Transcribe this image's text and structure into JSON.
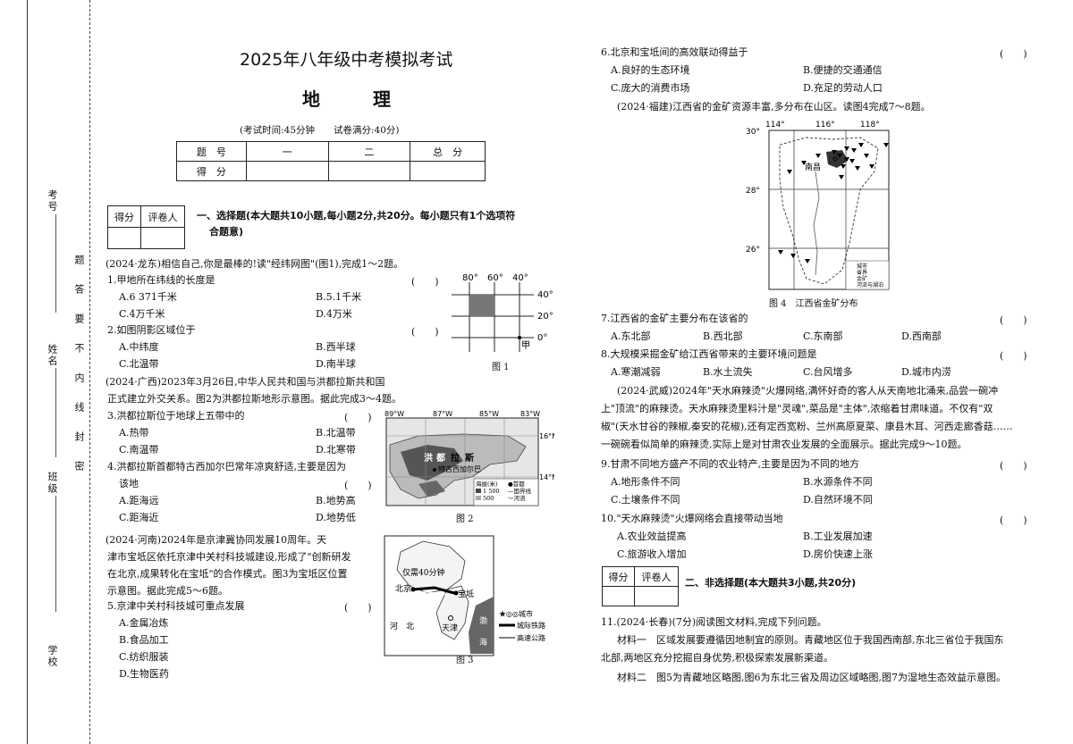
{
  "header": {
    "exam_title": "2025年八年级中考模拟考试",
    "subject": "地 理",
    "exam_info": "(考试时间:45分钟　　试卷满分:40分)"
  },
  "score_table": {
    "row1": [
      "题　号",
      "一",
      "二",
      "总　分"
    ],
    "row2": [
      "得　分"
    ]
  },
  "binding_margin": {
    "exam_no": "考号",
    "name": "姓名",
    "class": "班级",
    "school": "学校",
    "warning": "题答要不内线封密"
  },
  "section1": {
    "grader": [
      "得分",
      "评卷人"
    ],
    "heading": "一、选择题(本大题共10小题,每小题2分,共20分。每小题只有1个选项符",
    "heading2": "合题意)"
  },
  "intro_1_2": "(2024·龙东)相信自己,你是最棒的!读\"经纬网图\"(图1),完成1～2题。",
  "q1": {
    "stem": "1.甲地所在纬线的长度是",
    "paren": "(　　)",
    "A": "A.6 371千米",
    "B": "B.5.1千米",
    "C": "C.4万千米",
    "D": "D.4万米"
  },
  "q2": {
    "stem": "2.如图阴影区域位于",
    "paren": "(　　)",
    "A": "A.中纬度",
    "B": "B.西半球",
    "C": "C.北温带",
    "D": "D.南半球"
  },
  "fig1": {
    "lon": [
      "80°",
      "60°",
      "40°"
    ],
    "lat": [
      "40°",
      "20°",
      "0°"
    ],
    "point": "甲",
    "caption": "图 1"
  },
  "intro_3_4": [
    "(2024·广西)2023年3月26日,中华人民共和国与洪都拉斯共和国",
    "正式建立外交关系。图2为洪都拉斯地形示意图。据此完成3～4题。"
  ],
  "q3": {
    "stem": "3.洪都拉斯位于地球上五带中的",
    "paren": "(　　)",
    "A": "A.热带",
    "B": "B.北温带",
    "C": "C.南温带",
    "D": "D.北寒带"
  },
  "q4": {
    "stem": [
      "4.洪都拉斯首都特古西加尔巴常年凉爽舒适,主要是因为",
      "该地"
    ],
    "paren": "(　　)",
    "A": "A.距海远",
    "B": "B.地势高",
    "C": "C.距海近",
    "D": "D.地势低"
  },
  "fig2": {
    "lon": [
      "89°W",
      "87°W",
      "85°W",
      "83°W"
    ],
    "lat": [
      "16°N",
      "14°N"
    ],
    "labels": [
      "洪",
      "都",
      "拉",
      "斯",
      "特古西加尔巴"
    ],
    "legend": [
      "海拔(米)",
      "1 500",
      "500",
      "●首都",
      "—国界线",
      "〜河流"
    ],
    "caption": "图 2"
  },
  "intro_5_6": [
    "(2024·河南)2024年是京津冀协同发展10周年。天",
    "津市宝坻区依托京津中关村科技城建设,形成了\"创新研发",
    "在北京,成果转化在宝坻\"的合作模式。图3为宝坻区位置",
    "示意图。据此完成5～6题。"
  ],
  "q5": {
    "stem": "5.京津中关村科技城可重点发展",
    "paren": "(　　)",
    "A": "A.金属冶炼",
    "B": "B.食品加工",
    "C": "C.纺织服装",
    "D": "D.生物医药"
  },
  "fig3": {
    "labels": [
      "仅需40分钟",
      "北京",
      "宝坻",
      "河　北",
      "天津",
      "渤",
      "海"
    ],
    "legend": [
      "★◎◎城市",
      "城际铁路",
      "高速公路"
    ],
    "caption": "图 3"
  },
  "q6": {
    "stem": "6.北京和宝坻间的高效联动得益于",
    "paren": "(　　)",
    "A": "A.良好的生态环境",
    "B": "B.便捷的交通通信",
    "C": "C.庞大的消费市场",
    "D": "D.充足的劳动人口"
  },
  "intro_7_8": "(2024·福建)江西省的金矿资源丰富,多分布在山区。读图4完成7～8题。",
  "fig4": {
    "lon": [
      "114°",
      "116°",
      "118°"
    ],
    "lat": [
      "30°",
      "28°",
      "26°"
    ],
    "city": "南昌",
    "legend": [
      "城市",
      "省界",
      "金矿",
      "河流与湖泊"
    ],
    "caption": "图 4　江西省金矿分布"
  },
  "q7": {
    "stem": "7.江西省的金矿主要分布在该省的",
    "paren": "(　　)",
    "A": "A.东北部",
    "B": "B.西北部",
    "C": "C.东南部",
    "D": "D.西南部"
  },
  "q8": {
    "stem": "8.大规模采掘金矿给江西省带来的主要环境问题是",
    "paren": "(　　)",
    "A": "A.寒潮减弱",
    "B": "B.水土流失",
    "C": "C.台风增多",
    "D": "D.城市内涝"
  },
  "intro_9_10": [
    "(2024·武威)2024年\"天水麻辣烫\"火爆网络,满怀好奇的客人从天南地北涌来,品尝一碗冲",
    "上\"顶流\"的麻辣烫。天水麻辣烫里料汁是\"灵魂\",菜品是\"主体\",浓缩着甘肃味道。不仅有\"双",
    "椒\"(天水甘谷的辣椒,秦安的花椒),还有定西宽粉、兰州高原夏菜、康县木耳、河西走廊香菇……",
    "一碗碗看似简单的麻辣烫,实际上是对甘肃农业发展的全面展示。据此完成9～10题。"
  ],
  "q9": {
    "stem": "9.甘肃不同地方盛产不同的农业特产,主要是因为不同的地方",
    "paren": "(　　)",
    "A": "A.地形条件不同",
    "B": "B.水源条件不同",
    "C": "C.土壤条件不同",
    "D": "D.自然环境不同"
  },
  "q10": {
    "stem": "10.\"天水麻辣烫\"火爆网络会直接带动当地",
    "paren": "(　　)",
    "A": "A.农业效益提高",
    "B": "B.工业发展加速",
    "C": "C.旅游收入增加",
    "D": "D.房价快速上涨"
  },
  "section2": {
    "grader": [
      "得分",
      "评卷人"
    ],
    "heading": "二、非选择题(本大题共3小题,共20分)"
  },
  "q11": {
    "stem": "11.(2024·长春)(7分)阅读图文材料,完成下列问题。",
    "m1_1": "材料一　区域发展要遵循因地制宜的原则。青藏地区位于我国西南部,东北三省位于我国东",
    "m1_2": "北部,两地区充分挖掘自身优势,积极探索发展新渠道。",
    "m2": "材料二　图5为青藏地区略图,图6为东北三省及周边区域略图,图7为湿地生态效益示意图。"
  }
}
